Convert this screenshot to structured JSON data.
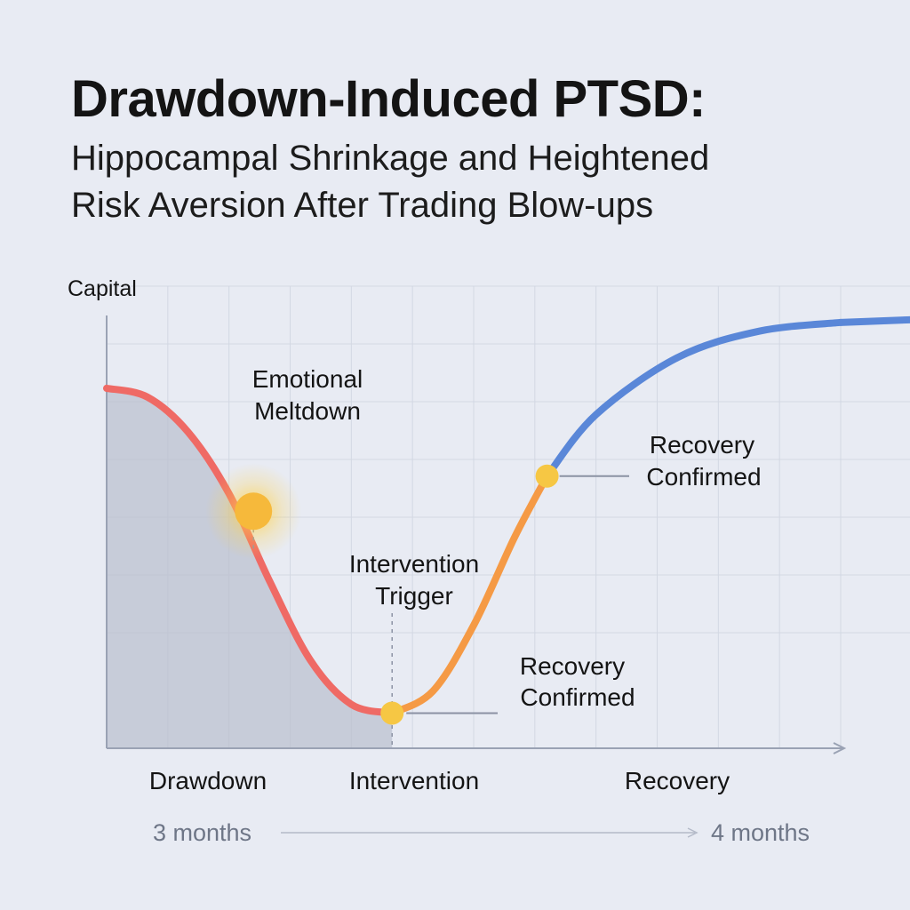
{
  "header": {
    "title": "Drawdown-Induced PTSD:",
    "subtitle_line1": "Hippocampal Shrinkage and Heightened",
    "subtitle_line2": "Risk Aversion After Trading Blow-ups"
  },
  "chart_data": {
    "type": "line",
    "ylabel": "Capital",
    "phases": [
      "Drawdown",
      "Intervention",
      "Recovery"
    ],
    "duration": {
      "start": "3 months",
      "end": "4 months"
    },
    "series": [
      {
        "x": [
          0,
          0.5,
          1,
          1.5,
          2,
          2.5,
          3,
          3.5
        ],
        "y": [
          0.82,
          0.8,
          0.72,
          0.58,
          0.38,
          0.2,
          0.1,
          0.08
        ],
        "color": "#ef6a65"
      },
      {
        "x": [
          3.5,
          4,
          4.5,
          5,
          5.4
        ],
        "y": [
          0.08,
          0.13,
          0.28,
          0.48,
          0.62
        ],
        "color": "#f59a45"
      },
      {
        "x": [
          5.4,
          6,
          7,
          8,
          9
        ],
        "y": [
          0.62,
          0.76,
          0.89,
          0.95,
          0.97
        ],
        "color": "#5a87d8"
      }
    ],
    "markers": [
      {
        "label_line1": "Emotional",
        "label_line2": "Meltdown",
        "x": 1.8,
        "y": 0.54,
        "color": "#f6b93b",
        "glow": true
      },
      {
        "label_line1": "Intervention",
        "label_line2": "Trigger",
        "x": 3.5,
        "y": 0.08,
        "color": "#f6c744"
      },
      {
        "label_line1": "Recovery",
        "label_line2": "Confirmed",
        "x": 5.4,
        "y": 0.62,
        "color": "#f6c744"
      }
    ],
    "annotations": [
      {
        "label_line1": "Recovery",
        "label_line2": "Confirmed",
        "x": 3.5,
        "y": 0.08
      }
    ],
    "xlim": [
      0,
      9
    ],
    "ylim": [
      0,
      1
    ],
    "grid": true,
    "shaded_region": {
      "x_start": 0,
      "x_end": 3.5
    }
  }
}
